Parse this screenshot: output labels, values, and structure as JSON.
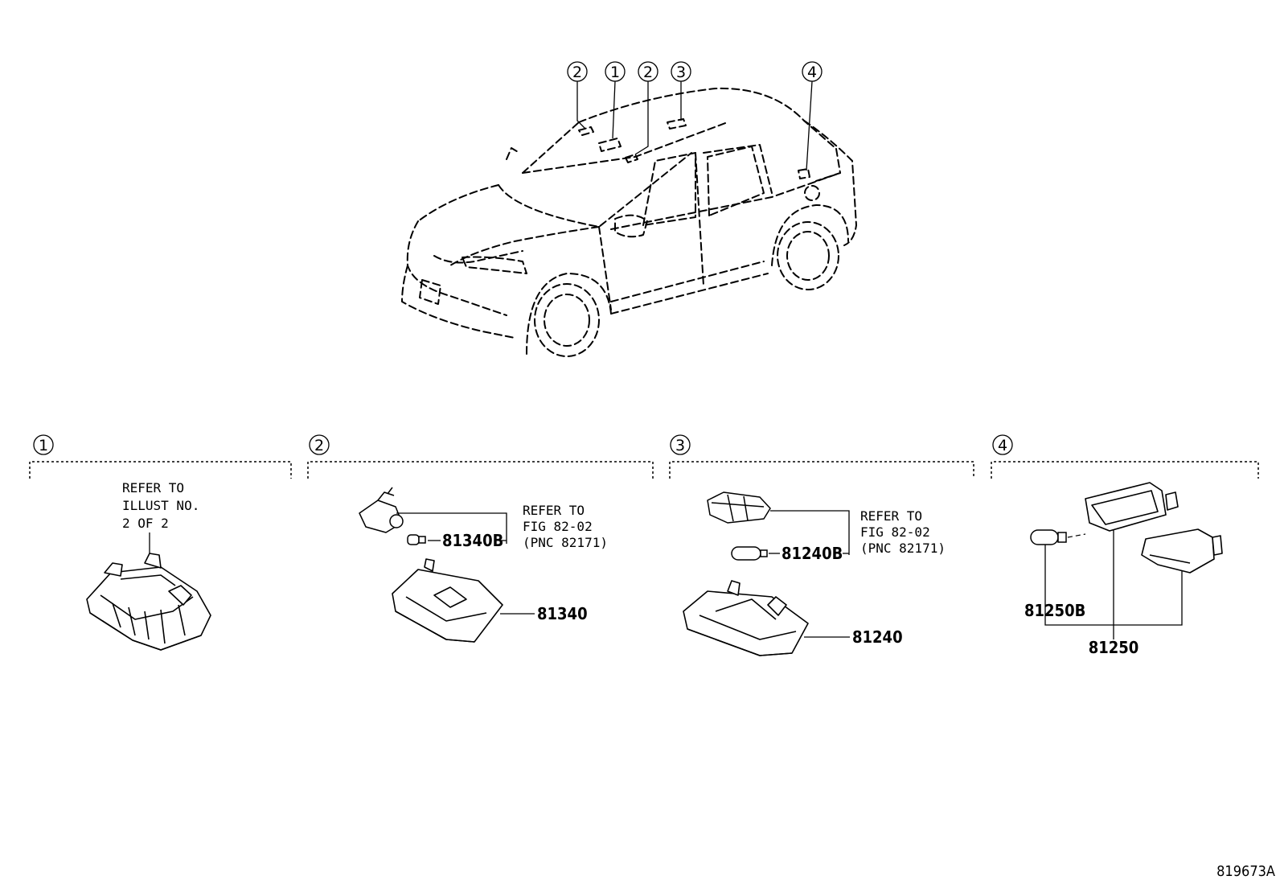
{
  "callouts": {
    "c1": "1",
    "c2": "2",
    "c3": "3",
    "c4": "4"
  },
  "sections": {
    "s1": {
      "number": "1",
      "refer_lines": [
        "REFER TO",
        "ILLUST NO.",
        "2 OF 2"
      ]
    },
    "s2": {
      "number": "2",
      "refer_lines": [
        "REFER TO",
        "FIG 82-02",
        "(PNC 82171)"
      ],
      "parts": {
        "bulb": "81340B",
        "lamp": "81340"
      }
    },
    "s3": {
      "number": "3",
      "refer_lines": [
        "REFER TO",
        "FIG 82-02",
        "(PNC 82171)"
      ],
      "parts": {
        "bulb": "81240B",
        "lamp": "81240"
      }
    },
    "s4": {
      "number": "4",
      "parts": {
        "bulb": "81250B",
        "lamp": "81250"
      }
    }
  },
  "illustration_id": "819673A",
  "colors": {
    "line": "#000000",
    "background": "#ffffff"
  }
}
